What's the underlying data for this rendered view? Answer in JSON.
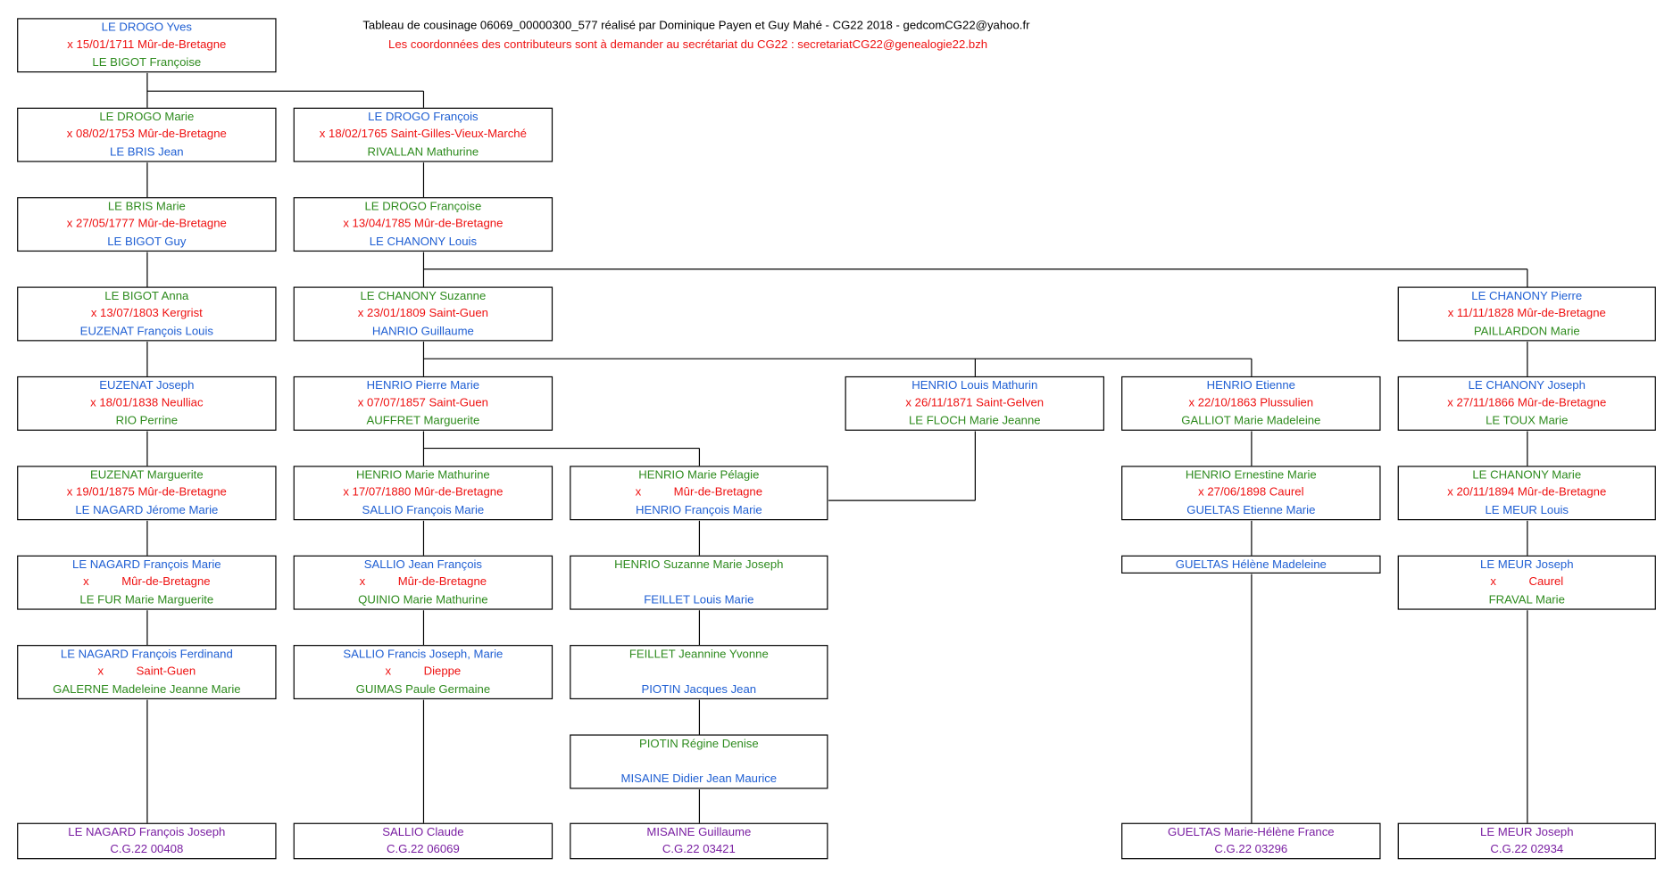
{
  "header": {
    "line1": "Tableau de cousinage 06069_00000300_577 réalisé par Dominique Payen et Guy Mahé - CG22 2018 - gedcomCG22@yahoo.fr",
    "line2": "Les coordonnées des contributeurs sont à demander au secrétariat du CG22 :  secretariatCG22@genealogie22.bzh"
  },
  "colors": {
    "blue": "#1f5fd3",
    "red": "#ee1111",
    "green": "#2e8b1e",
    "purple": "#7a1fa2"
  },
  "boxes": [
    {
      "id": "b0",
      "lines": [
        [
          "LE DROGO Yves",
          "blue"
        ],
        [
          "x 15/01/1711 Mûr-de-Bretagne",
          "red"
        ],
        [
          "LE BIGOT Françoise",
          "green"
        ]
      ]
    },
    {
      "id": "b1",
      "lines": [
        [
          "LE DROGO Marie",
          "green"
        ],
        [
          "x 08/02/1753 Mûr-de-Bretagne",
          "red"
        ],
        [
          "LE BRIS Jean",
          "blue"
        ]
      ]
    },
    {
      "id": "b2",
      "lines": [
        [
          "LE DROGO François",
          "blue"
        ],
        [
          "x 18/02/1765 Saint-Gilles-Vieux-Marché",
          "red"
        ],
        [
          "RIVALLAN Mathurine",
          "green"
        ]
      ]
    },
    {
      "id": "b3",
      "lines": [
        [
          "LE BRIS Marie",
          "green"
        ],
        [
          "x 27/05/1777 Mûr-de-Bretagne",
          "red"
        ],
        [
          "LE BIGOT Guy",
          "blue"
        ]
      ]
    },
    {
      "id": "b4",
      "lines": [
        [
          "LE DROGO Françoise",
          "green"
        ],
        [
          "x 13/04/1785 Mûr-de-Bretagne",
          "red"
        ],
        [
          "LE CHANONY Louis",
          "blue"
        ]
      ]
    },
    {
      "id": "b5",
      "lines": [
        [
          "LE BIGOT Anna",
          "green"
        ],
        [
          "x 13/07/1803 Kergrist",
          "red"
        ],
        [
          "EUZENAT François Louis",
          "blue"
        ]
      ]
    },
    {
      "id": "b6",
      "lines": [
        [
          "LE CHANONY Suzanne",
          "green"
        ],
        [
          "x 23/01/1809 Saint-Guen",
          "red"
        ],
        [
          "HANRIO Guillaume",
          "blue"
        ]
      ]
    },
    {
      "id": "b7",
      "lines": [
        [
          "LE CHANONY Pierre",
          "blue"
        ],
        [
          "x 11/11/1828 Mûr-de-Bretagne",
          "red"
        ],
        [
          "PAILLARDON Marie",
          "green"
        ]
      ]
    },
    {
      "id": "b8",
      "lines": [
        [
          "EUZENAT Joseph",
          "blue"
        ],
        [
          "x 18/01/1838 Neulliac",
          "red"
        ],
        [
          "RIO Perrine",
          "green"
        ]
      ]
    },
    {
      "id": "b9",
      "lines": [
        [
          "HENRIO Pierre Marie",
          "blue"
        ],
        [
          "x 07/07/1857 Saint-Guen",
          "red"
        ],
        [
          "AUFFRET Marguerite",
          "green"
        ]
      ]
    },
    {
      "id": "b10",
      "lines": [
        [
          "HENRIO Louis Mathurin",
          "blue"
        ],
        [
          "x 26/11/1871 Saint-Gelven",
          "red"
        ],
        [
          "LE FLOCH Marie Jeanne",
          "green"
        ]
      ]
    },
    {
      "id": "b11",
      "lines": [
        [
          "HENRIO Etienne",
          "blue"
        ],
        [
          "x 22/10/1863 Plussulien",
          "red"
        ],
        [
          "GALLIOT Marie Madeleine",
          "green"
        ]
      ]
    },
    {
      "id": "b12",
      "lines": [
        [
          "LE CHANONY Joseph",
          "blue"
        ],
        [
          "x 27/11/1866 Mûr-de-Bretagne",
          "red"
        ],
        [
          "LE TOUX Marie",
          "green"
        ]
      ]
    },
    {
      "id": "b13",
      "lines": [
        [
          "EUZENAT Marguerite",
          "green"
        ],
        [
          "x 19/01/1875 Mûr-de-Bretagne",
          "red"
        ],
        [
          "LE NAGARD Jérome Marie",
          "blue"
        ]
      ]
    },
    {
      "id": "b14",
      "lines": [
        [
          "HENRIO Marie Mathurine",
          "green"
        ],
        [
          "x 17/07/1880 Mûr-de-Bretagne",
          "red"
        ],
        [
          "SALLIO François Marie",
          "blue"
        ]
      ]
    },
    {
      "id": "b15",
      "lines": [
        [
          "HENRIO Marie Pélagie",
          "green"
        ],
        [
          "x          Mûr-de-Bretagne",
          "red"
        ],
        [
          "HENRIO François Marie",
          "blue"
        ]
      ]
    },
    {
      "id": "b16",
      "lines": [
        [
          "HENRIO Ernestine Marie",
          "green"
        ],
        [
          "x 27/06/1898 Caurel",
          "red"
        ],
        [
          "GUELTAS Etienne Marie",
          "blue"
        ]
      ]
    },
    {
      "id": "b17",
      "lines": [
        [
          "LE CHANONY Marie",
          "green"
        ],
        [
          "x 20/11/1894 Mûr-de-Bretagne",
          "red"
        ],
        [
          "LE MEUR Louis",
          "blue"
        ]
      ]
    },
    {
      "id": "b18",
      "lines": [
        [
          "LE NAGARD François Marie",
          "blue"
        ],
        [
          "x          Mûr-de-Bretagne",
          "red"
        ],
        [
          "LE FUR Marie Marguerite",
          "green"
        ]
      ]
    },
    {
      "id": "b19",
      "lines": [
        [
          "SALLIO Jean François",
          "blue"
        ],
        [
          "x          Mûr-de-Bretagne",
          "red"
        ],
        [
          "QUINIO Marie Mathurine",
          "green"
        ]
      ]
    },
    {
      "id": "b20",
      "lines": [
        [
          "HENRIO Suzanne Marie Joseph",
          "green"
        ],
        [
          "",
          ""
        ],
        [
          "FEILLET Louis Marie",
          "blue"
        ]
      ]
    },
    {
      "id": "b21",
      "lines": [
        [
          "GUELTAS Hélène Madeleine",
          "blue"
        ]
      ]
    },
    {
      "id": "b22",
      "lines": [
        [
          "LE MEUR Joseph",
          "blue"
        ],
        [
          "x          Caurel",
          "red"
        ],
        [
          "FRAVAL Marie",
          "green"
        ]
      ]
    },
    {
      "id": "b23",
      "lines": [
        [
          "LE NAGARD François Ferdinand",
          "blue"
        ],
        [
          "x          Saint-Guen",
          "red"
        ],
        [
          "GALERNE Madeleine Jeanne Marie",
          "green"
        ]
      ]
    },
    {
      "id": "b24",
      "lines": [
        [
          "SALLIO Francis Joseph, Marie",
          "blue"
        ],
        [
          "x          Dieppe",
          "red"
        ],
        [
          "GUIMAS Paule Germaine",
          "green"
        ]
      ]
    },
    {
      "id": "b25",
      "lines": [
        [
          "FEILLET Jeannine Yvonne",
          "green"
        ],
        [
          "",
          ""
        ],
        [
          "PIOTIN Jacques Jean",
          "blue"
        ]
      ]
    },
    {
      "id": "b26",
      "lines": [
        [
          "PIOTIN Régine Denise",
          "green"
        ],
        [
          "",
          ""
        ],
        [
          "MISAINE Didier Jean Maurice",
          "blue"
        ]
      ]
    },
    {
      "id": "b27",
      "lines": [
        [
          "LE NAGARD François Joseph",
          "purple"
        ],
        [
          "C.G.22 00408",
          "purple"
        ]
      ]
    },
    {
      "id": "b28",
      "lines": [
        [
          "SALLIO Claude",
          "purple"
        ],
        [
          "C.G.22 06069",
          "purple"
        ]
      ]
    },
    {
      "id": "b29",
      "lines": [
        [
          "MISAINE Guillaume",
          "purple"
        ],
        [
          "C.G.22 03421",
          "purple"
        ]
      ]
    },
    {
      "id": "b30",
      "lines": [
        [
          "GUELTAS Marie-Hélène France",
          "purple"
        ],
        [
          "C.G.22 03296",
          "purple"
        ]
      ]
    },
    {
      "id": "b31",
      "lines": [
        [
          "LE MEUR Joseph",
          "purple"
        ],
        [
          "C.G.22 02934",
          "purple"
        ]
      ]
    }
  ]
}
